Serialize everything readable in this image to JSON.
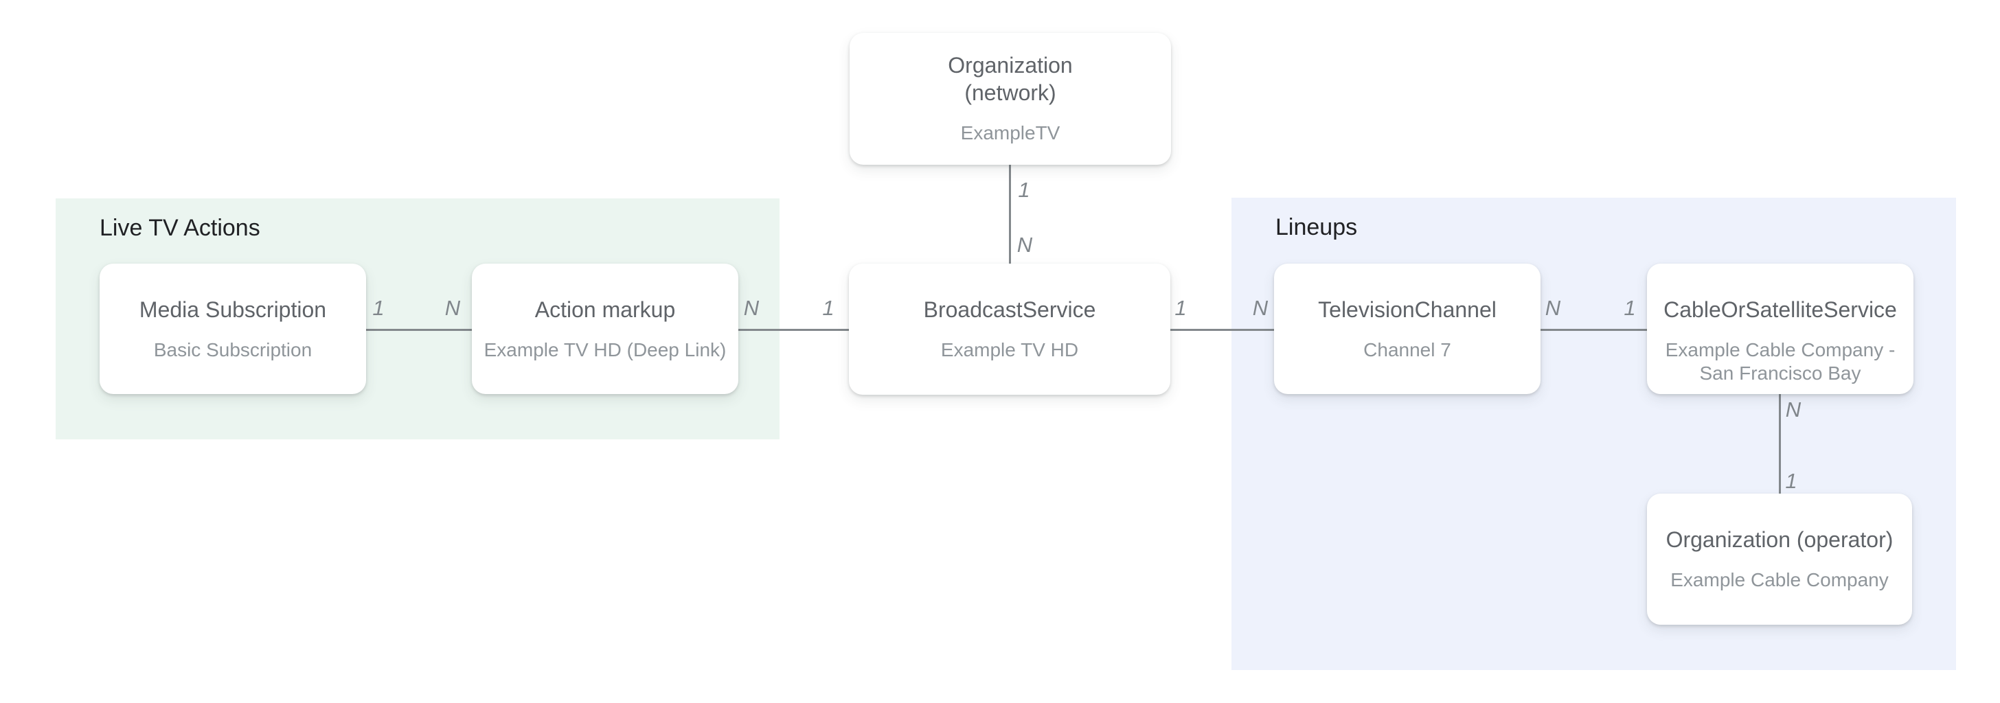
{
  "groups": [
    {
      "id": "live-tv-actions",
      "label": "Live TV Actions",
      "bg": "#ebf5f0"
    },
    {
      "id": "lineups",
      "label": "Lineups",
      "bg": "#eef2fc"
    }
  ],
  "nodes": [
    {
      "id": "organization-network",
      "title_lines": [
        "Organization",
        "(network)"
      ],
      "subtitle_lines": [
        "ExampleTV"
      ]
    },
    {
      "id": "media-subscription",
      "title_lines": [
        "Media Subscription"
      ],
      "subtitle_lines": [
        "Basic Subscription"
      ]
    },
    {
      "id": "action-markup",
      "title_lines": [
        "Action markup"
      ],
      "subtitle_lines": [
        "Example TV HD (Deep Link)"
      ]
    },
    {
      "id": "broadcast-service",
      "title_lines": [
        "BroadcastService"
      ],
      "subtitle_lines": [
        "Example TV HD"
      ]
    },
    {
      "id": "television-channel",
      "title_lines": [
        "TelevisionChannel"
      ],
      "subtitle_lines": [
        "Channel 7"
      ]
    },
    {
      "id": "cable-or-satellite-service",
      "title_lines": [
        "CableOrSatelliteService"
      ],
      "subtitle_lines": [
        "Example Cable Company -",
        "San Francisco Bay"
      ]
    },
    {
      "id": "organization-operator",
      "title_lines": [
        "Organization (operator)"
      ],
      "subtitle_lines": [
        "Example Cable Company"
      ]
    }
  ],
  "edges": [
    {
      "id": "network-to-broadcast",
      "from": "organization-network",
      "to": "broadcast-service",
      "labels": [
        "1",
        "N"
      ]
    },
    {
      "id": "media-subscription-to-action",
      "from": "media-subscription",
      "to": "action-markup",
      "labels": [
        "1",
        "N"
      ]
    },
    {
      "id": "action-to-broadcast",
      "from": "action-markup",
      "to": "broadcast-service",
      "labels": [
        "N",
        "1"
      ]
    },
    {
      "id": "broadcast-to-television",
      "from": "broadcast-service",
      "to": "television-channel",
      "labels": [
        "1",
        "N"
      ]
    },
    {
      "id": "television-to-cable",
      "from": "television-channel",
      "to": "cable-or-satellite-service",
      "labels": [
        "N",
        "1"
      ]
    },
    {
      "id": "cable-to-operator",
      "from": "cable-or-satellite-service",
      "to": "organization-operator",
      "labels": [
        "N",
        "1"
      ]
    }
  ],
  "colors": {
    "background": "#ffffff",
    "group_green_bg": "#ebf5f0",
    "group_blue_bg": "#eef2fc",
    "node_bg": "#ffffff",
    "node_title": "#5f6368",
    "node_subtitle": "#8f959a",
    "section_title": "#202124",
    "connector": "#83888c",
    "cardinality": "#80868b"
  }
}
